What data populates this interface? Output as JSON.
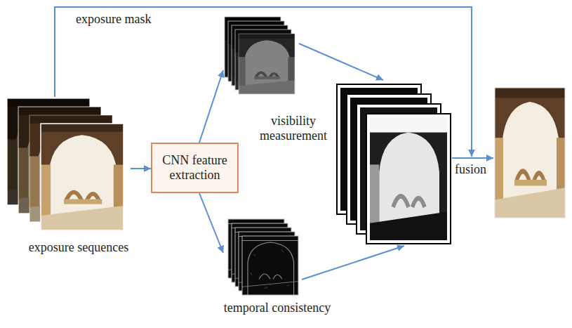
{
  "diagram": {
    "nodes": [
      {
        "text": [
          "exposure sequences"
        ]
      },
      {
        "text": [
          "CNN feature extraction"
        ]
      },
      {
        "text": [
          "visibility measurement"
        ]
      },
      {
        "text": [
          "temporal consistency"
        ]
      }
    ],
    "edges": [
      {
        "from": 0,
        "to": 1,
        "arrow": "to"
      },
      {
        "from": 1,
        "to": 2,
        "arrow": "to"
      },
      {
        "from": 1,
        "to": 3,
        "arrow": "to"
      }
    ],
    "labels": [
      "exposure mask",
      "fusion"
    ]
  }
}
